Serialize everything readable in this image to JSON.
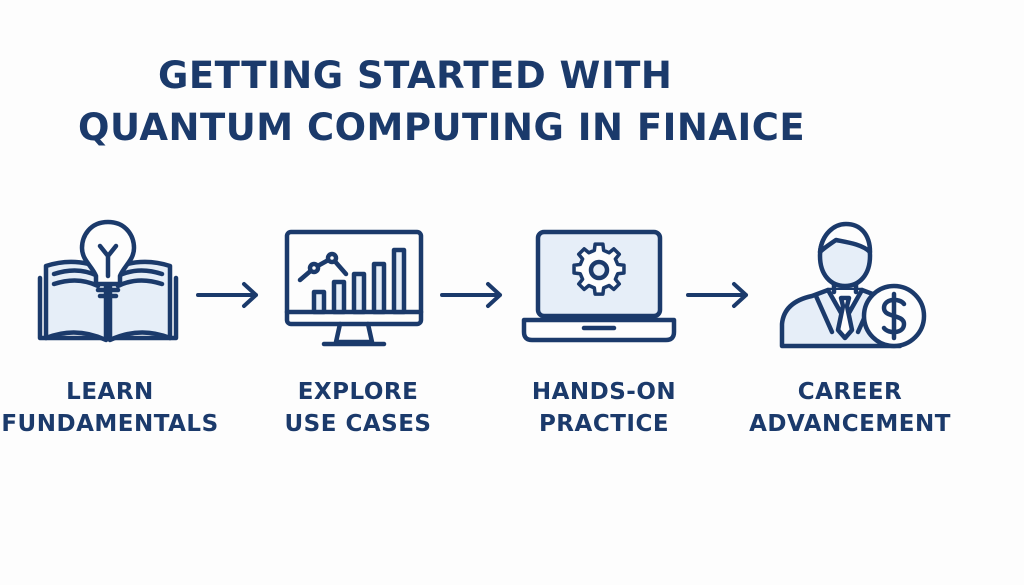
{
  "title": {
    "line1": "GETTING STARTED WITH",
    "line2": "QUANTUM COMPUTING IN FINAICE"
  },
  "steps": [
    {
      "icon": "book-lightbulb-icon",
      "label_line1": "LEARN",
      "label_line2": "FUNDAMENTALS"
    },
    {
      "icon": "monitor-chart-icon",
      "label_line1": "EXPLORE",
      "label_line2": "USE CASES"
    },
    {
      "icon": "laptop-gear-icon",
      "label_line1": "HANDS-ON",
      "label_line2": "PRACTICE"
    },
    {
      "icon": "businessman-dollar-icon",
      "label_line1": "CAREER",
      "label_line2": "ADVANCEMENT"
    }
  ],
  "colors": {
    "primary": "#1b3a6b",
    "icon_fill": "#e6eef8",
    "background": "#fdfdfd"
  }
}
